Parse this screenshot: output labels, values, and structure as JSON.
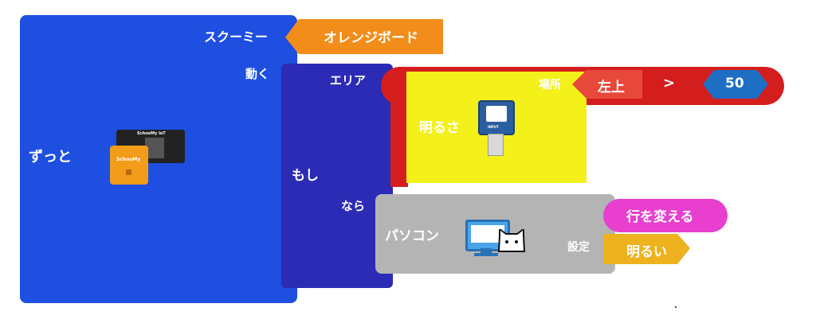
{
  "forever": {
    "label": "ずっと"
  },
  "scoomy": {
    "label": "スクーミー",
    "value": "オレンジボード"
  },
  "move": {
    "label": "動く"
  },
  "if_block": {
    "if_label": "もし",
    "then_label": "なら"
  },
  "area": {
    "label": "エリア",
    "place_label": "場所",
    "place_value": "左上",
    "operator": ">",
    "threshold": "50"
  },
  "brightness": {
    "label": "明るさ",
    "sensor_tag": "INPUT"
  },
  "board": {
    "dark_name": "SchooMy IoT",
    "orange_name": "SchooMy"
  },
  "pc": {
    "label": "パソコン",
    "setting_label": "設定",
    "action": "行を変える",
    "value": "明るい"
  },
  "colors": {
    "forever": "#1e4fe0",
    "move": "#2b2bb5",
    "area": "#d41e1e",
    "brightness": "#f3f01a",
    "pc": "#b4b4b4",
    "orange": "#f28c1a",
    "place": "#e8483a",
    "number": "#1e6fc4",
    "action": "#e83fcf",
    "value": "#eeb21e"
  }
}
